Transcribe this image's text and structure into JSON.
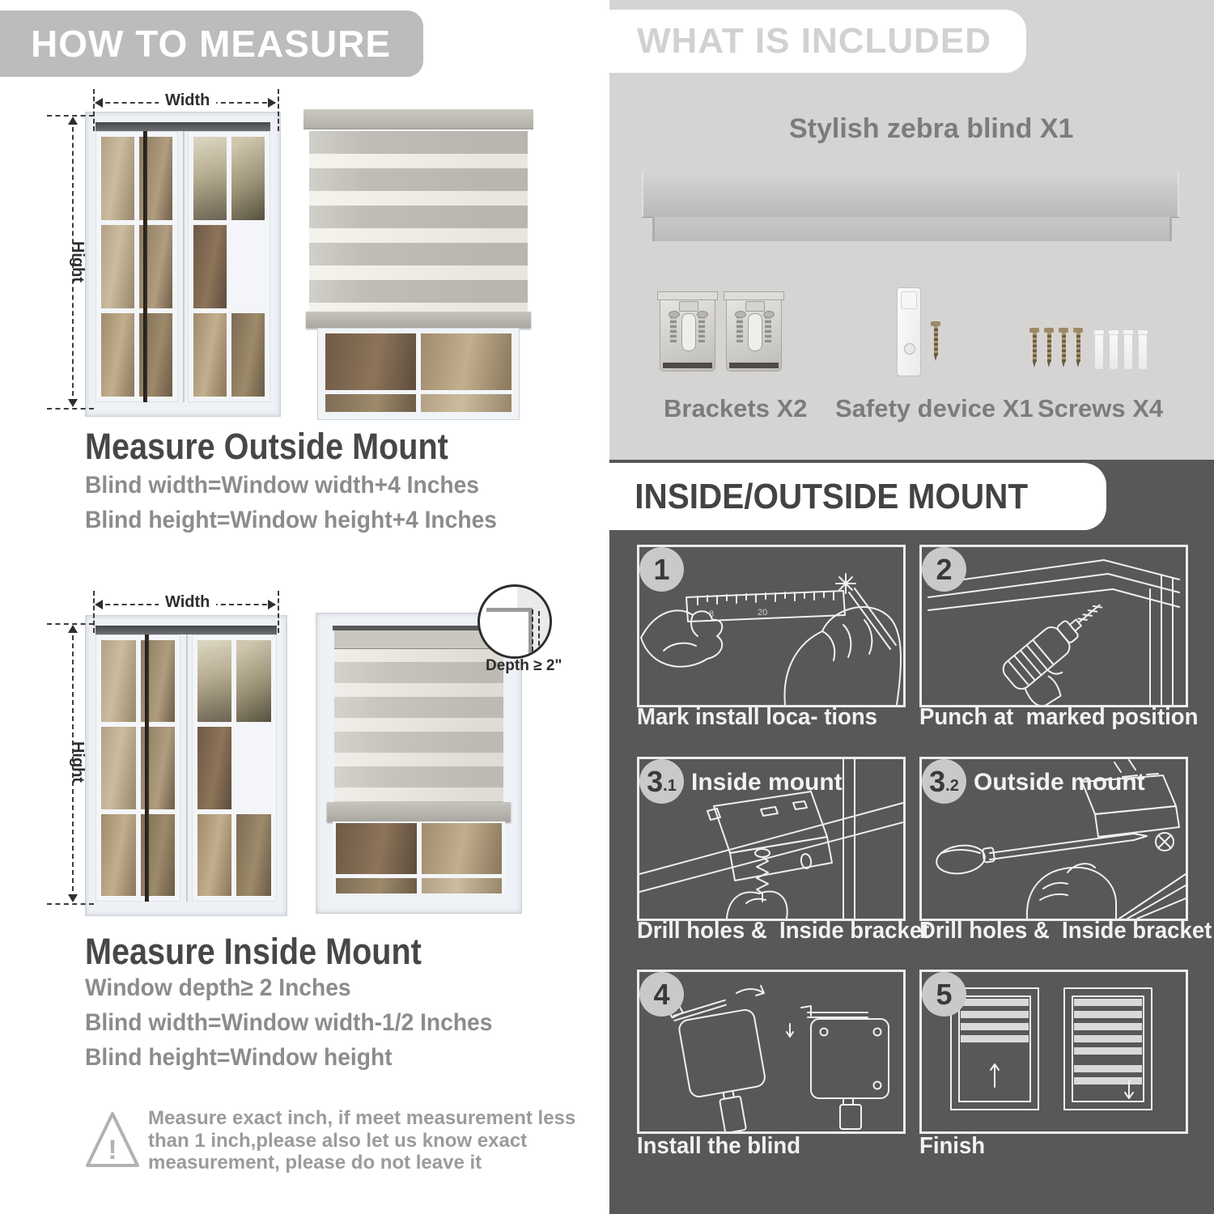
{
  "how_to_measure": {
    "title": "HOW TO MEASURE",
    "width_label": "Width",
    "height_label": "Hight",
    "outside": {
      "heading": "Measure Outside Mount",
      "line1": "Blind width=Window width+4 Inches",
      "line2": "Blind height=Window height+4 Inches"
    },
    "inside": {
      "heading": "Measure Inside Mount",
      "line1": "Window depth≥ 2 Inches",
      "line2": "Blind width=Window width-1/2 Inches",
      "line3": "Blind height=Window height"
    },
    "depth_label": "Depth ≥ 2\"",
    "warning_mark": "!",
    "warning_line1": "Measure exact inch, if meet measurement less",
    "warning_line2": "than 1 inch,please also let us know exact",
    "warning_line3": "measurement, please do not leave it"
  },
  "included": {
    "title": "WHAT IS INCLUDED",
    "blind_label": "Stylish zebra blind X1",
    "items": [
      {
        "label": "Brackets X2"
      },
      {
        "label": "Safety device X1"
      },
      {
        "label": "Screws X4"
      }
    ]
  },
  "mount_steps": {
    "title": "INSIDE/OUTSIDE MOUNT",
    "steps": [
      {
        "num": "1",
        "sub": "",
        "label": "",
        "caption": "Mark install loca- tions"
      },
      {
        "num": "2",
        "sub": "",
        "label": "",
        "caption": "Punch at  marked position"
      },
      {
        "num": "3",
        "sub": ".1",
        "label": "Inside mount",
        "caption": "Drill holes &  Inside bracket"
      },
      {
        "num": "3",
        "sub": ".2",
        "label": "Outside mount",
        "caption": "Drill holes &  Inside bracket"
      },
      {
        "num": "4",
        "sub": "",
        "label": "",
        "caption": "Install the blind"
      },
      {
        "num": "5",
        "sub": "",
        "label": "",
        "caption": "Finish"
      }
    ]
  },
  "ruler_marks": {
    "m1": "8",
    "m2": "20"
  }
}
